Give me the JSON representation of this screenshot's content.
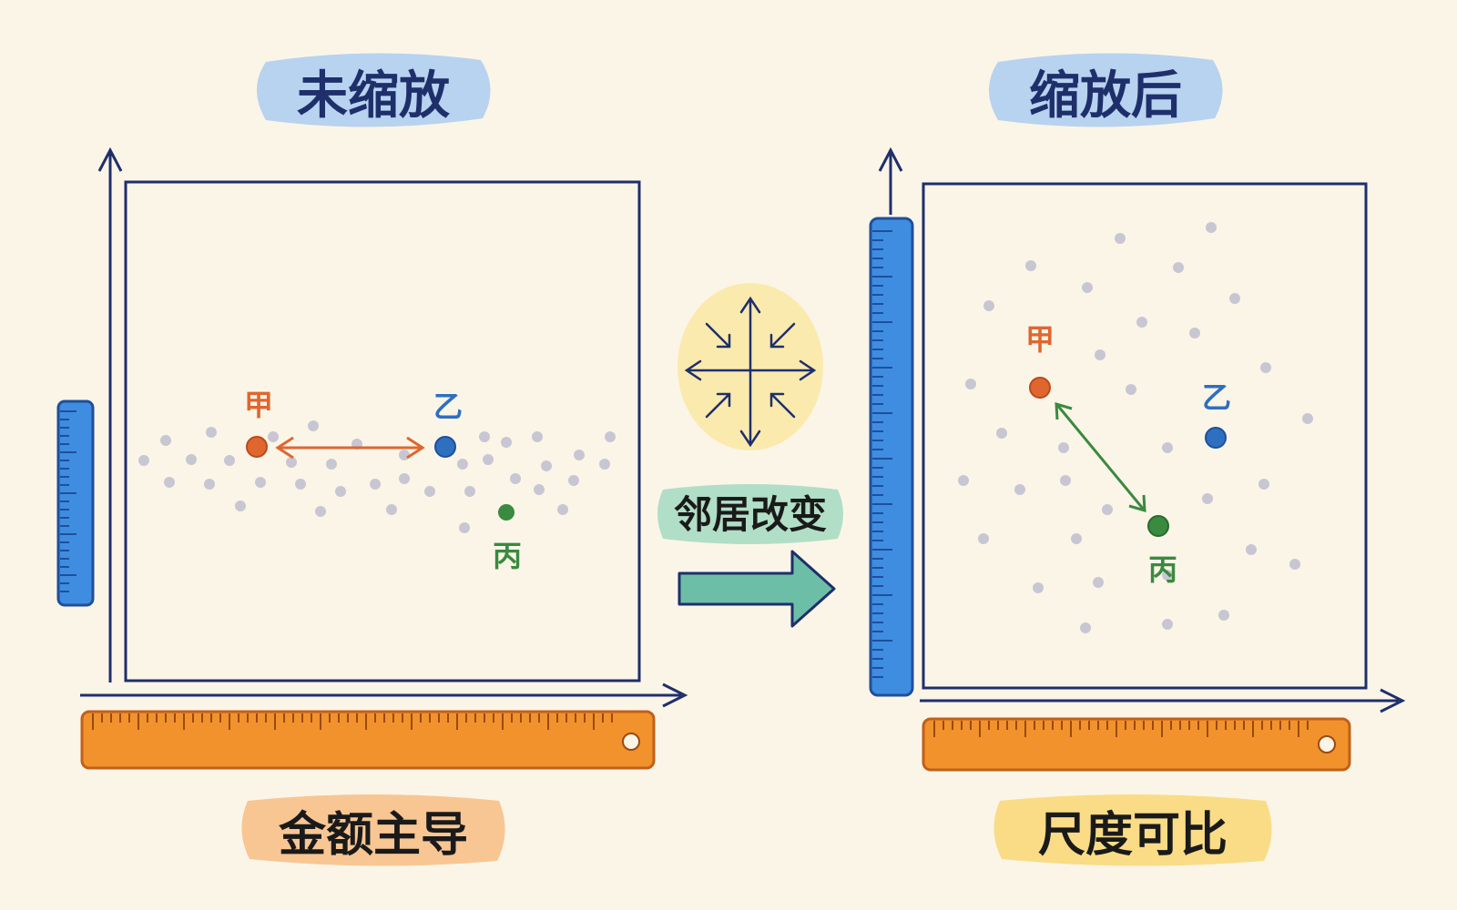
{
  "left_panel": {
    "title": "未缩放",
    "caption": "金额主导",
    "points": {
      "jia": "甲",
      "yi": "乙",
      "bing": "丙"
    }
  },
  "right_panel": {
    "title": "缩放后",
    "caption": "尺度可比",
    "points": {
      "jia": "甲",
      "yi": "乙",
      "bing": "丙"
    }
  },
  "middle": {
    "label": "邻居改变"
  },
  "colors": {
    "background": "#fbf5e8",
    "navy": "#1f2f6b",
    "orange": "#e0662f",
    "blue": "#2e6fc0",
    "green": "#3a8a3f",
    "gray_dot": "#c9c6d3",
    "ruler_orange": "#f1922c",
    "ruler_blue": "#3f8de0",
    "title_badge": "#aacdf0",
    "left_caption_badge": "#f7c18a",
    "right_caption_badge": "#f9d97c",
    "middle_badge": "#a9dcc2",
    "scale_icon_glow": "#f9e7a2"
  },
  "icons": {
    "scale_icon": "expand-contract-arrows-icon",
    "transform_arrow": "right-arrow-icon"
  }
}
